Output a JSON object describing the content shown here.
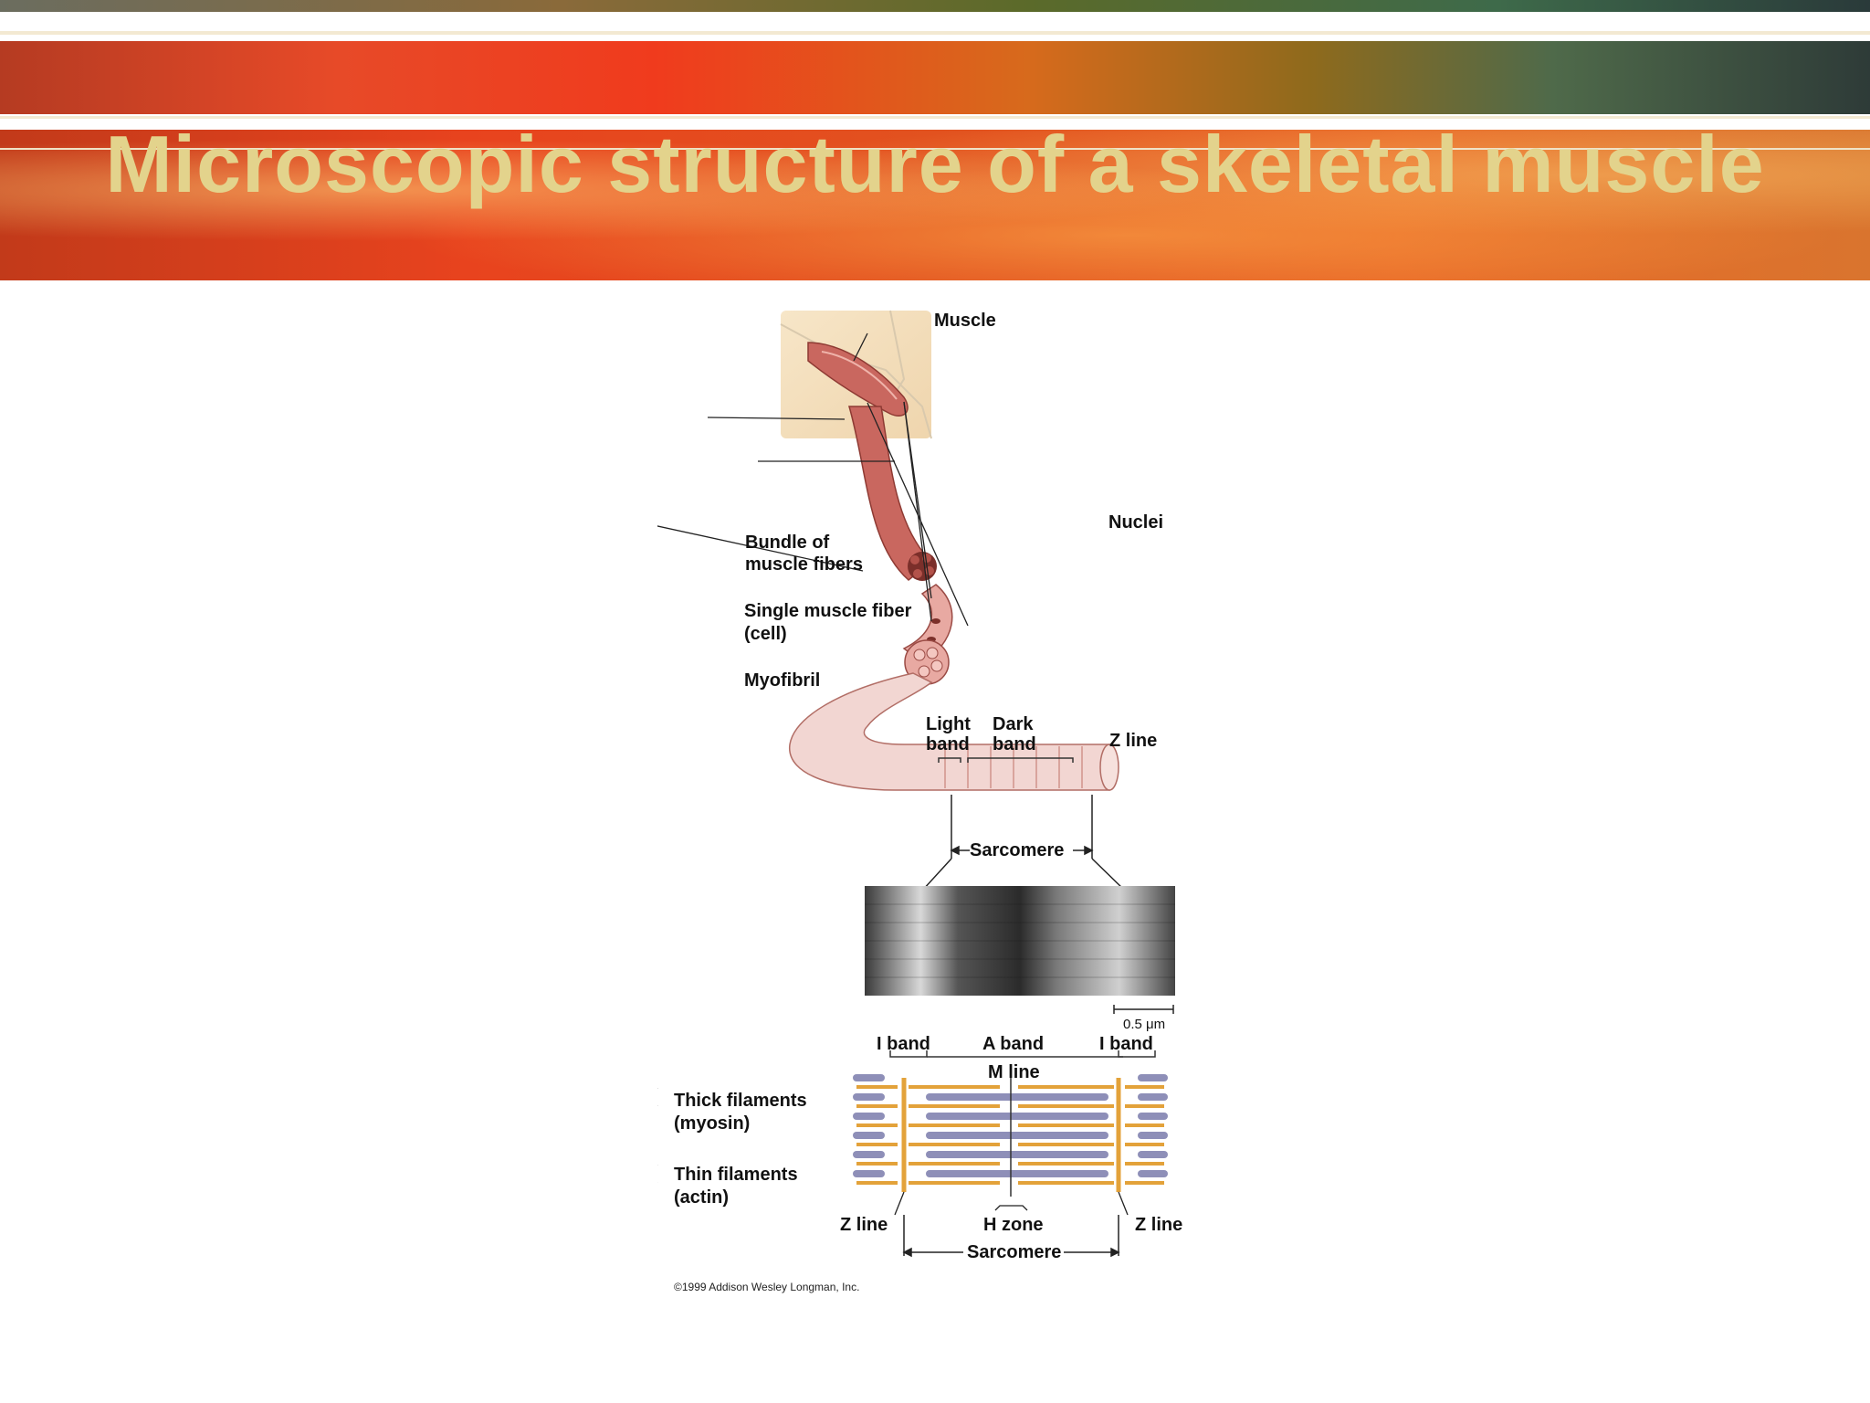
{
  "slide": {
    "title": "Microscopic structure of a skeletal muscle"
  },
  "diagram": {
    "labels": {
      "muscle": "Muscle",
      "nuclei": "Nuclei",
      "bundle_line1": "Bundle of",
      "bundle_line2": "muscle fibers",
      "single_line1": "Single muscle fiber",
      "single_line2": "(cell)",
      "myofibril": "Myofibril",
      "light_line1": "Light",
      "light_line2": "band",
      "dark_line1": "Dark",
      "dark_line2": "band",
      "z_line_top": "Z line",
      "sarcomere_top": "Sarcomere",
      "scale": "0.5 μm",
      "i_band_left": "I band",
      "a_band": "A band",
      "i_band_right": "I band",
      "m_line": "M line",
      "thick_line1": "Thick filaments",
      "thick_line2": "(myosin)",
      "thin_line1": "Thin filaments",
      "thin_line2": "(actin)",
      "z_line_left": "Z line",
      "h_zone": "H zone",
      "z_line_right": "Z line",
      "sarcomere_bottom": "Sarcomere"
    },
    "copyright": "©1999 Addison Wesley Longman, Inc."
  },
  "colors": {
    "title": "#e3d38c",
    "muscle": "#c9675f",
    "fiber": "#e8a9a2",
    "thin_filament": "#e3a23a",
    "thick_filament": "#8e8fb8"
  }
}
